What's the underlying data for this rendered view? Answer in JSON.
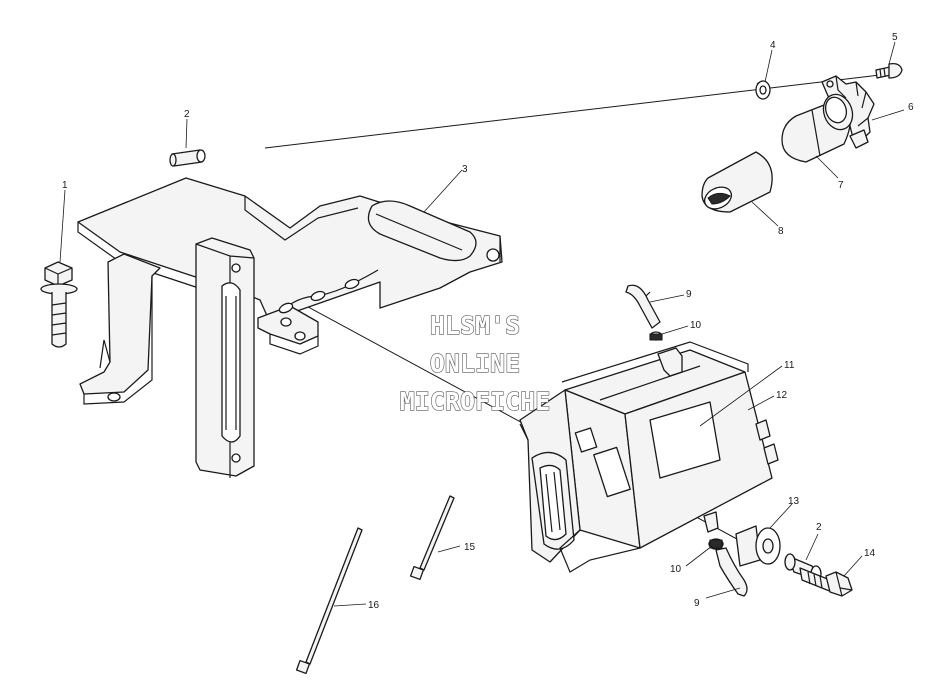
{
  "watermark": {
    "line1": "HLSM'S",
    "line2": "ONLINE",
    "line3": "MICROFICHE"
  },
  "callouts": {
    "c1": "1",
    "c2a": "2",
    "c2b": "2",
    "c3": "3",
    "c4": "4",
    "c5": "5",
    "c6": "6",
    "c7": "7",
    "c8": "8",
    "c9a": "9",
    "c9b": "9",
    "c10a": "10",
    "c10b": "10",
    "c11": "11",
    "c12": "12",
    "c13": "13",
    "c14": "14",
    "c15": "15",
    "c16": "16"
  },
  "colors": {
    "line": "#1a1a1a",
    "fill": "#f4f4f4",
    "watermark_outline": "#5a5a5a"
  }
}
